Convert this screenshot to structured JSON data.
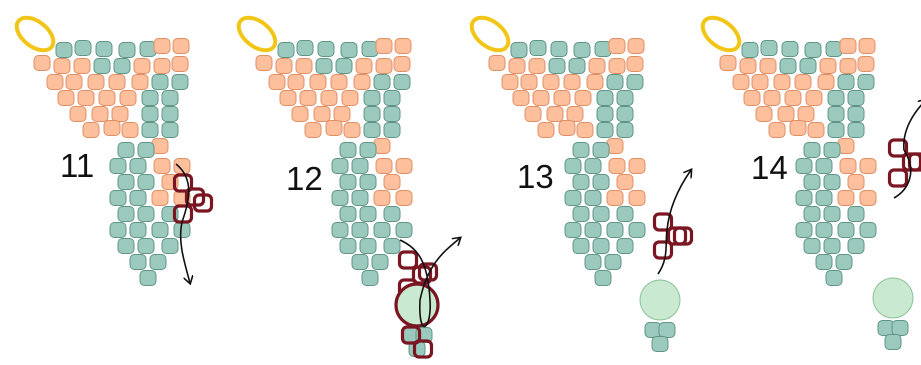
{
  "diagram": {
    "colors": {
      "peach": "#fdbf9c",
      "peach_edge": "#e08f64",
      "teal": "#9cc9bd",
      "teal_edge": "#5e9586",
      "accent_bead": "#7a1622",
      "jump_ring": "#f2c618",
      "pearl": "#c9ead0",
      "pearl_edge": "#8ac29a",
      "thread": "#111111"
    },
    "steps": [
      {
        "label": "11",
        "accent_beads": 4,
        "has_pearl": false,
        "thread_direction": "down"
      },
      {
        "label": "12",
        "accent_beads": 4,
        "has_pearl": true,
        "thread_direction": "up"
      },
      {
        "label": "13",
        "accent_beads": 4,
        "has_pearl": true,
        "thread_direction": "up"
      },
      {
        "label": "14",
        "accent_beads": 4,
        "has_pearl": true,
        "thread_direction": "up"
      }
    ]
  }
}
